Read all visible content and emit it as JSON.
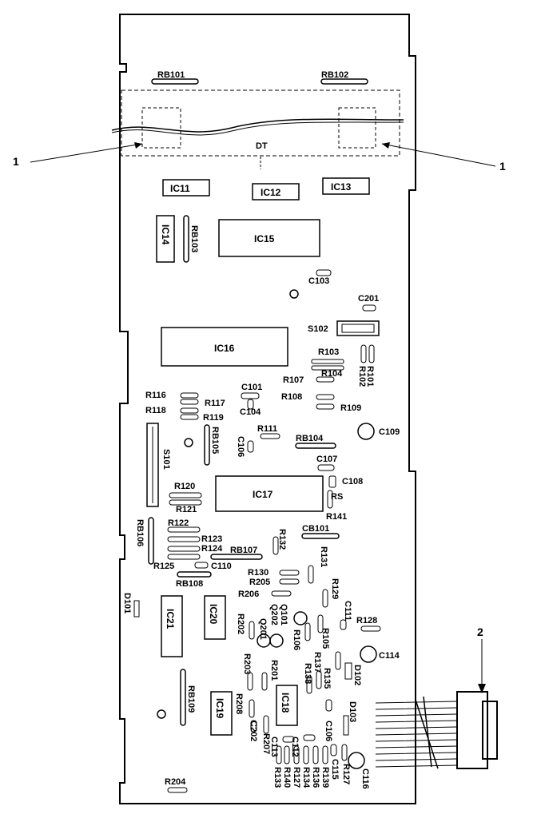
{
  "callouts": {
    "c1": "1",
    "c2": "2"
  },
  "labels": {
    "RB101": "RB101",
    "RB102": "RB102",
    "DT": "DT",
    "IC11": "IC11",
    "IC12": "IC12",
    "IC13": "IC13",
    "IC14": "IC14",
    "IC15": "IC15",
    "IC16": "IC16",
    "IC17": "IC17",
    "IC18": "IC18",
    "IC19": "IC19",
    "IC20": "IC20",
    "IC21": "IC21",
    "RB103": "RB103",
    "RB104": "RB104",
    "RB105": "RB105",
    "RB106": "RB106",
    "RB107": "RB107",
    "RB108": "RB108",
    "RB109": "RB109",
    "C101": "C101",
    "C103": "C103",
    "C104": "C104",
    "C106": "C106",
    "C107": "C107",
    "C108": "C108",
    "C109": "C109",
    "C110": "C110",
    "C111": "C111",
    "C112": "C112",
    "C113": "C113",
    "C114": "C114",
    "C115": "C115",
    "C116": "C116",
    "C201": "C201",
    "C202": "C202",
    "C106b": "C106",
    "S101": "S101",
    "S102": "S102",
    "CB101": "CB101",
    "R101": "R101",
    "R102": "R102",
    "R103": "R103",
    "R104": "R104",
    "R105": "R105",
    "R106": "R106",
    "R107": "R107",
    "R108": "R108",
    "R109": "R109",
    "R111": "R111",
    "R116": "R116",
    "R117": "R117",
    "R118": "R118",
    "R119": "R119",
    "R120": "R120",
    "R121": "R121",
    "R122": "R122",
    "R123": "R123",
    "R124": "R124",
    "R125": "R125",
    "R127": "R127",
    "R128": "R128",
    "R129": "R129",
    "R130": "R130",
    "R131": "R131",
    "R132": "R132",
    "R133": "R133",
    "R134": "R134",
    "R135": "R135",
    "R136": "R136",
    "R137": "R137",
    "R138": "R138",
    "R139": "R139",
    "R140": "R140",
    "R141": "R141",
    "R201": "R201",
    "R202": "R202",
    "R203": "R203",
    "R204": "R204",
    "R205": "R205",
    "R206": "R206",
    "R207": "R207",
    "R208": "R208",
    "RS": "RS",
    "D101": "D101",
    "D102": "D102",
    "D103": "D103",
    "Q101": "Q101",
    "Q201": "Q201",
    "Q202": "Q202"
  }
}
